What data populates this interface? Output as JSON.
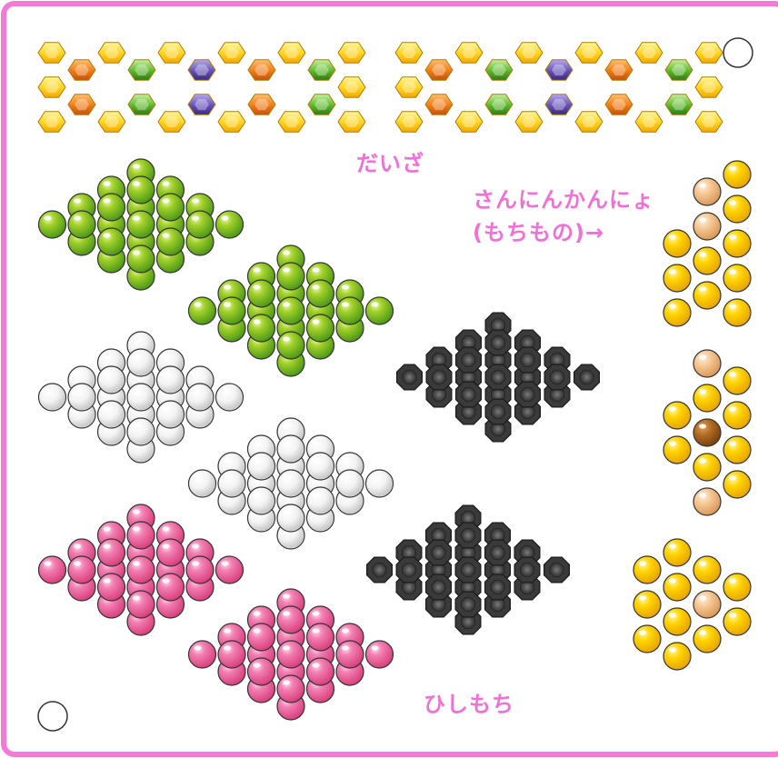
{
  "labels": {
    "daiza": "だいざ",
    "sannin_line1": "さんにんかんにょ",
    "sannin_line2": "(もちもの)→",
    "hishimochi": "ひしもち"
  },
  "colors": {
    "frame": "#f57ad8",
    "label": "#f071d6",
    "hex_yellow": "#ffd21a",
    "hex_orange": "#f07a14",
    "hex_green": "#5cb82a",
    "hex_purple": "#6450b8",
    "green_bead": "#8fc41b",
    "white_bead": "#f4f4f4",
    "pink_bead": "#ee6fa9",
    "black_bead": "#3a3a3a",
    "yellow_bead": "#ffd000",
    "peach_bead": "#f5c08a",
    "brown_bead": "#b06a22"
  },
  "icons": [
    "peg-hole-icon",
    "peg-hole-icon"
  ],
  "sections": [
    "daiza",
    "sannin-kanjo-items",
    "hishimochi"
  ],
  "pattern_counts": {
    "green_diamonds": 2,
    "white_diamonds": 2,
    "pink_diamonds": 2,
    "black_diamonds": 2,
    "yellow_items": 3,
    "hex_bands": 2
  }
}
